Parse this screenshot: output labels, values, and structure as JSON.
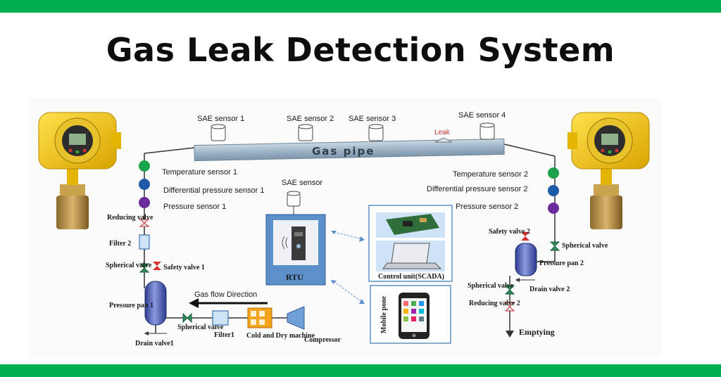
{
  "title": "Gas Leak Detection System",
  "colors": {
    "accent_bar": "#00b050",
    "detector_yellow": "#f2c514",
    "pipe": "#9db4c6",
    "sensor_green": "#1aa34a",
    "sensor_blue": "#1e5aa8",
    "sensor_purple": "#6a2c9c",
    "valve_red": "#d32f2f"
  },
  "pipe": {
    "label": "Gas pipe",
    "leak_label": "Leak"
  },
  "sae_sensors": [
    "SAE sensor 1",
    "SAE sensor 2",
    "SAE sensor 3",
    "SAE sensor 4"
  ],
  "left_sensors": [
    "Temperature sensor 1",
    "Differential pressure sensor 1",
    "Pressure sensor 1"
  ],
  "right_sensors": [
    "Temperature sensor 2",
    "Differential pressure sensor 2",
    "Pressure sensor 2"
  ],
  "rtu": {
    "sae_label": "SAE sensor",
    "label": "RTU"
  },
  "control_unit": {
    "label": "Control unit(SCADA)"
  },
  "mobile": {
    "label": "Mobile pone"
  },
  "left_chain": {
    "reducing_valve": "Reducing valve",
    "filter2": "Filter 2",
    "spherical_valve": "Spherical valve",
    "safety_valve": "Safety valve 1",
    "pressure_pan": "Pressure pan 1",
    "drain_valve": "Drain valve1",
    "flow_direction": "Gas flow Direction",
    "spherical_valve_bottom": "Spherical valve",
    "filter1": "Filter1",
    "cold_dry": "Cold and Dry machine",
    "compressor": "Compressor"
  },
  "right_chain": {
    "safety_valve": "Safety valve 2",
    "spherical_valve": "Spherical valve",
    "pressure_pan": "Pressure pan 2",
    "drain_valve": "Drain valve 2",
    "spherical_valve2": "Spherical valve",
    "reducing_valve": "Reducing valve 2",
    "emptying": "Emptying"
  }
}
